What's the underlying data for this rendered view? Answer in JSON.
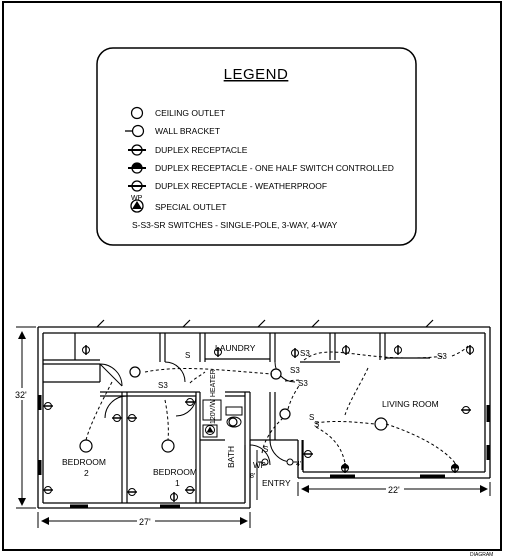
{
  "legend": {
    "title": "LEGEND",
    "items": [
      {
        "symbol": "ceiling-outlet",
        "label": "CEILING OUTLET"
      },
      {
        "symbol": "wall-bracket",
        "label": "WALL BRACKET"
      },
      {
        "symbol": "duplex-receptacle",
        "label": "DUPLEX RECEPTACLE"
      },
      {
        "symbol": "duplex-receptacle-half-switch",
        "label": "DUPLEX RECEPTACLE - ONE HALF SWITCH CONTROLLED"
      },
      {
        "symbol": "duplex-receptacle-weatherproof",
        "label": "DUPLEX RECEPTACLE - WEATHERPROOF",
        "sublabel": "WP"
      },
      {
        "symbol": "special-outlet",
        "label": "SPECIAL OUTLET"
      }
    ],
    "switches_note": "S-S3-SR SWITCHES - SINGLE-POLE, 3-WAY, 4-WAY"
  },
  "plan": {
    "rooms": {
      "laundry": "LAUNDRY",
      "living_room": "LIVING ROOM",
      "bedroom2_line1": "BEDROOM",
      "bedroom2_line2": "2",
      "bedroom1_line1": "BEDROOM",
      "bedroom1_line2": "1",
      "bath": "BATH",
      "entry": "ENTRY",
      "heater": "120V/W HEATER"
    },
    "switches": {
      "s3_laundry_left": "S",
      "s3_laundry_right": "S3",
      "s3_hall_a": "S3",
      "s3_hall_b": "S3",
      "s3_hall_c": "S3",
      "s3_living": "S3",
      "s_living_a": "S",
      "s_living_b": "S",
      "s_entry": "S"
    },
    "wp_label": "WP",
    "dimensions": {
      "height": "32'",
      "width_total": "27'",
      "width_living": "22'",
      "entry_depth": "8'",
      "entry_small": "4'"
    }
  },
  "caption": "DIAGRAM"
}
